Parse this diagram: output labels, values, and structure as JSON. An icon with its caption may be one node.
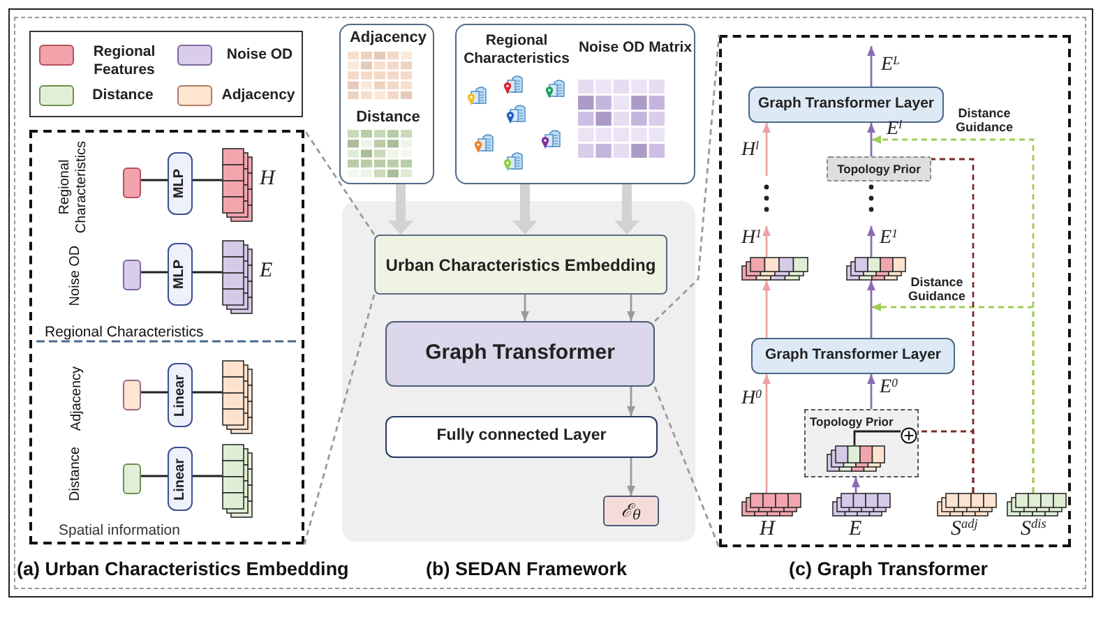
{
  "diagram": {
    "nodes": [
      {
        "text": [
          "Regional Characteristics",
          "Spatial information"
        ]
      },
      {
        "text": [],
        "shape": "box",
        "in": 0
      },
      {
        "text": [
          "MLP"
        ],
        "in": 0
      },
      {
        "text": [],
        "shape": "box",
        "in": 0,
        "beside": [
          "H"
        ]
      },
      {
        "text": [],
        "shape": "box",
        "in": 0
      },
      {
        "text": [
          "MLP"
        ],
        "in": 0
      },
      {
        "text": [],
        "shape": "box",
        "in": 0,
        "beside": [
          "E"
        ]
      },
      {
        "text": [],
        "shape": "box",
        "in": 0
      },
      {
        "text": [
          "Linear"
        ],
        "in": 0
      },
      {
        "text": [],
        "shape": "box",
        "in": 0
      },
      {
        "text": [],
        "shape": "box",
        "in": 0
      },
      {
        "text": [
          "Linear"
        ],
        "in": 0
      },
      {
        "text": [],
        "shape": "box",
        "in": 0
      },
      {
        "text": [
          "Adjacency",
          "Distance"
        ]
      },
      {
        "text": [
          "Regional Characteristics",
          "Noise OD Matrix"
        ]
      },
      {
        "text": [],
        "shape": "box"
      },
      {
        "text": [
          "Urban Characteristics Embedding"
        ],
        "in": 15
      },
      {
        "text": [
          "Graph Transformer"
        ],
        "in": 15
      },
      {
        "text": [
          "Fully connected Layer"
        ],
        "in": 15
      },
      {
        "text": [
          "ℰ$_{θ}$"
        ],
        "in": 15
      },
      {
        "text": [],
        "shape": "box"
      },
      {
        "text": [
          "Graph Transformer Layer"
        ],
        "in": 20
      },
      {
        "text": [
          "Topology Prior"
        ],
        "in": 20
      },
      {
        "text": [],
        "shape": "box",
        "in": 20
      },
      {
        "text": [],
        "shape": "box",
        "in": 20
      },
      {
        "text": [
          "Graph Transformer Layer"
        ],
        "in": 20
      },
      {
        "text": [
          "Topology Prior"
        ],
        "in": 20
      },
      {
        "text": [],
        "shape": "box",
        "in": 26
      },
      {
        "text": [],
        "shape": "circle",
        "in": 26
      },
      {
        "text": [],
        "shape": "box",
        "in": 20,
        "beside": [
          "H"
        ]
      },
      {
        "text": [],
        "shape": "box",
        "in": 20,
        "beside": [
          "E"
        ]
      },
      {
        "text": [],
        "shape": "box",
        "in": 20,
        "beside": [
          "S$^{adj}$"
        ]
      },
      {
        "text": [],
        "shape": "box",
        "in": 20,
        "beside": [
          "S$^{dis}$"
        ]
      }
    ],
    "edges": [
      {
        "from": 1,
        "to": 2,
        "arrow": "none"
      },
      {
        "from": 2,
        "to": 3,
        "arrow": "none"
      },
      {
        "from": 4,
        "to": 5,
        "arrow": "none"
      },
      {
        "from": 5,
        "to": 6,
        "arrow": "none"
      },
      {
        "from": 7,
        "to": 8,
        "arrow": "none"
      },
      {
        "from": 8,
        "to": 9,
        "arrow": "none"
      },
      {
        "from": 10,
        "to": 11,
        "arrow": "none"
      },
      {
        "from": 11,
        "to": 12,
        "arrow": "none"
      },
      {
        "from": 13,
        "to": 16,
        "arrow": "to",
        "style": "thick",
        "color": "#d2d2d2"
      },
      {
        "from": 14,
        "to": 16,
        "arrow": "to",
        "style": "thick",
        "color": "#d2d2d2"
      },
      {
        "from": 14,
        "to": 16,
        "arrow": "to",
        "style": "thick",
        "color": "#d2d2d2"
      },
      {
        "from": 16,
        "to": 17,
        "arrow": "to",
        "color": "#9a9a9a"
      },
      {
        "from": 16,
        "to": 17,
        "arrow": "to",
        "color": "#9a9a9a"
      },
      {
        "from": 17,
        "to": 18,
        "arrow": "to",
        "color": "#9a9a9a"
      },
      {
        "from": 18,
        "to": 19,
        "arrow": "to",
        "color": "#9a9a9a"
      },
      {
        "from": 16,
        "to": 0,
        "arrow": "none",
        "style": "dashed",
        "color": "#9a9a9a"
      },
      {
        "from": 16,
        "to": 0,
        "arrow": "none",
        "style": "dashed",
        "color": "#9a9a9a"
      },
      {
        "from": 17,
        "to": 20,
        "arrow": "none",
        "style": "dashed",
        "color": "#9a9a9a"
      },
      {
        "from": 17,
        "to": 20,
        "arrow": "none",
        "style": "dashed",
        "color": "#9a9a9a"
      },
      {
        "from": 29,
        "to": 25,
        "arrow": "to",
        "label": "H$^{0}$",
        "color": "#e9a3a3"
      },
      {
        "from": 30,
        "to": 26,
        "arrow": "to",
        "color": "#8a6bb3"
      },
      {
        "from": 26,
        "to": 25,
        "arrow": "to",
        "label": "E$^{0}$",
        "color": "#8a6bb3"
      },
      {
        "from": 25,
        "to": 23,
        "arrow": "to",
        "color": "#e9a3a3"
      },
      {
        "from": 25,
        "to": 24,
        "arrow": "to",
        "color": "#8a6bb3"
      },
      {
        "from": 23,
        "to": null,
        "arrow": "to",
        "label": "H$^{1}$",
        "color": "#e9a3a3"
      },
      {
        "from": 24,
        "to": null,
        "arrow": "to",
        "label": "E$^{1}$",
        "color": "#8a6bb3"
      },
      {
        "from": null,
        "to": 21,
        "arrow": "to",
        "label": "H$^{l}$",
        "color": "#e9a3a3"
      },
      {
        "from": 22,
        "to": 21,
        "arrow": "to",
        "label": "E$^{l}$",
        "color": "#8a6bb3"
      },
      {
        "from": 21,
        "to": null,
        "arrow": "to",
        "label": "E$^{L}$",
        "color": "#8a6bb3"
      },
      {
        "from": 32,
        "to": 21,
        "arrow": "to",
        "label": "Distance Guidance",
        "style": "dashed",
        "color": "#9fcc55"
      },
      {
        "from": 32,
        "to": 24,
        "arrow": "to",
        "label": "Distance Guidance",
        "style": "dashed",
        "color": "#9fcc55"
      },
      {
        "from": 31,
        "to": 22,
        "arrow": "none",
        "style": "dashed",
        "color": "#7a2a2a"
      },
      {
        "from": 31,
        "to": 28,
        "arrow": "none",
        "style": "dashed",
        "color": "#7a2a2a"
      },
      {
        "from": 27,
        "to": 28,
        "arrow": "none"
      }
    ],
    "labels": [
      "Regional Characteristics",
      "Noise OD",
      "Adjacency",
      "Distance",
      "(a) Urban Characteristics Embedding",
      "(b) SEDAN Framework",
      "(c) Graph Transformer"
    ],
    "legend": [
      {
        "text": "Regional Features",
        "color": "#f2a3ac"
      },
      {
        "text": "Noise OD",
        "color": "#d9cdea"
      },
      {
        "text": "Distance",
        "color": "#e2efd8"
      },
      {
        "text": "Adjacency",
        "color": "#fde5d2"
      }
    ]
  }
}
